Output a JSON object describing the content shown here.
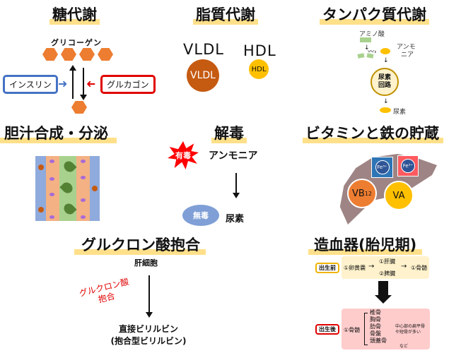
{
  "sections": {
    "glucose": {
      "title": "糖代謝",
      "glycogen_label": "グリコーゲン",
      "insulin_label": "インスリン",
      "glucagon_label": "グルカゴン",
      "colors": {
        "hex": "#ed7d31",
        "insulin": "#4472c4",
        "glucagon": "#e00000"
      }
    },
    "lipid": {
      "title": "脂質代謝",
      "vldl_label": "VLDL",
      "vldl_circle": "VLDL",
      "hdl_label": "HDL",
      "hdl_circle": "HDL",
      "colors": {
        "vldl": "#c55a11",
        "hdl": "#ffc000"
      }
    },
    "protein": {
      "title": "タンパク質代謝",
      "amino_acid_label": "アミノ酸",
      "ammonia_label_line1": "アンモ",
      "ammonia_label_line2": "ニア",
      "cycle_line1": "尿素",
      "cycle_line2": "回路",
      "urea_label": "尿素"
    },
    "bile": {
      "title": "胆汁合成・分泌"
    },
    "detox": {
      "title": "解毒",
      "toxic_badge": "有毒",
      "ammonia": "アンモニア",
      "nontoxic_badge": "無毒",
      "urea": "尿素"
    },
    "storage": {
      "title": "ビタミンと鉄の貯蔵",
      "fe_label": "Fe³⁺",
      "vb12_main": "VB",
      "vb12_sub": "12",
      "va_label": "VA"
    },
    "glucuronide": {
      "title": "グルクロン酸抱合",
      "source": "肝細胞",
      "process_line1": "グルクロン酸",
      "process_line2": "抱合",
      "result_line1": "直接ビリルビン",
      "result_line2": "(抱合型ビリルビン)"
    },
    "hematopoiesis": {
      "title": "造血器(胎児期)",
      "before_birth_badge": "出生前",
      "before_step1": "①卵黄嚢",
      "before_step2a": "①肝臓",
      "before_step2b": "②脾臓",
      "before_step3": "①骨髄",
      "after_birth_badge": "出生後",
      "after_main": "①骨髄",
      "bones": [
        "椎骨",
        "胸骨",
        "肋骨",
        "骨盤",
        "頭蓋骨"
      ],
      "note": "中心部の扁平骨や短骨が多い",
      "etc": "など"
    }
  }
}
